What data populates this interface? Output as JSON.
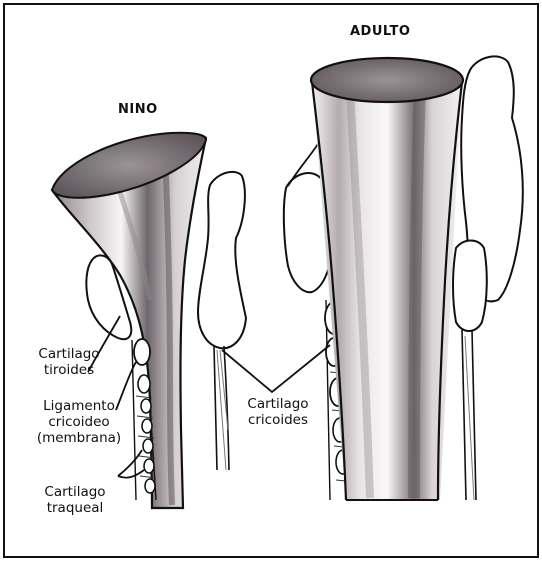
{
  "titles": {
    "child": "NINO",
    "adult": "ADULTO"
  },
  "labels": {
    "thyroid": [
      "Cartilago",
      "tiroides"
    ],
    "cricoid_ligament": [
      "Ligamento",
      "cricoideo",
      "(membrana)"
    ],
    "tracheal": [
      "Cartilago",
      "traqueal"
    ],
    "cricoid": [
      "Cartilago",
      "cricoides"
    ]
  },
  "colors": {
    "ink": "#111111",
    "shade_dark": "#6a6165",
    "shade_mid": "#a49ca0",
    "shade_light": "#ede9ea",
    "background": "#ffffff"
  }
}
